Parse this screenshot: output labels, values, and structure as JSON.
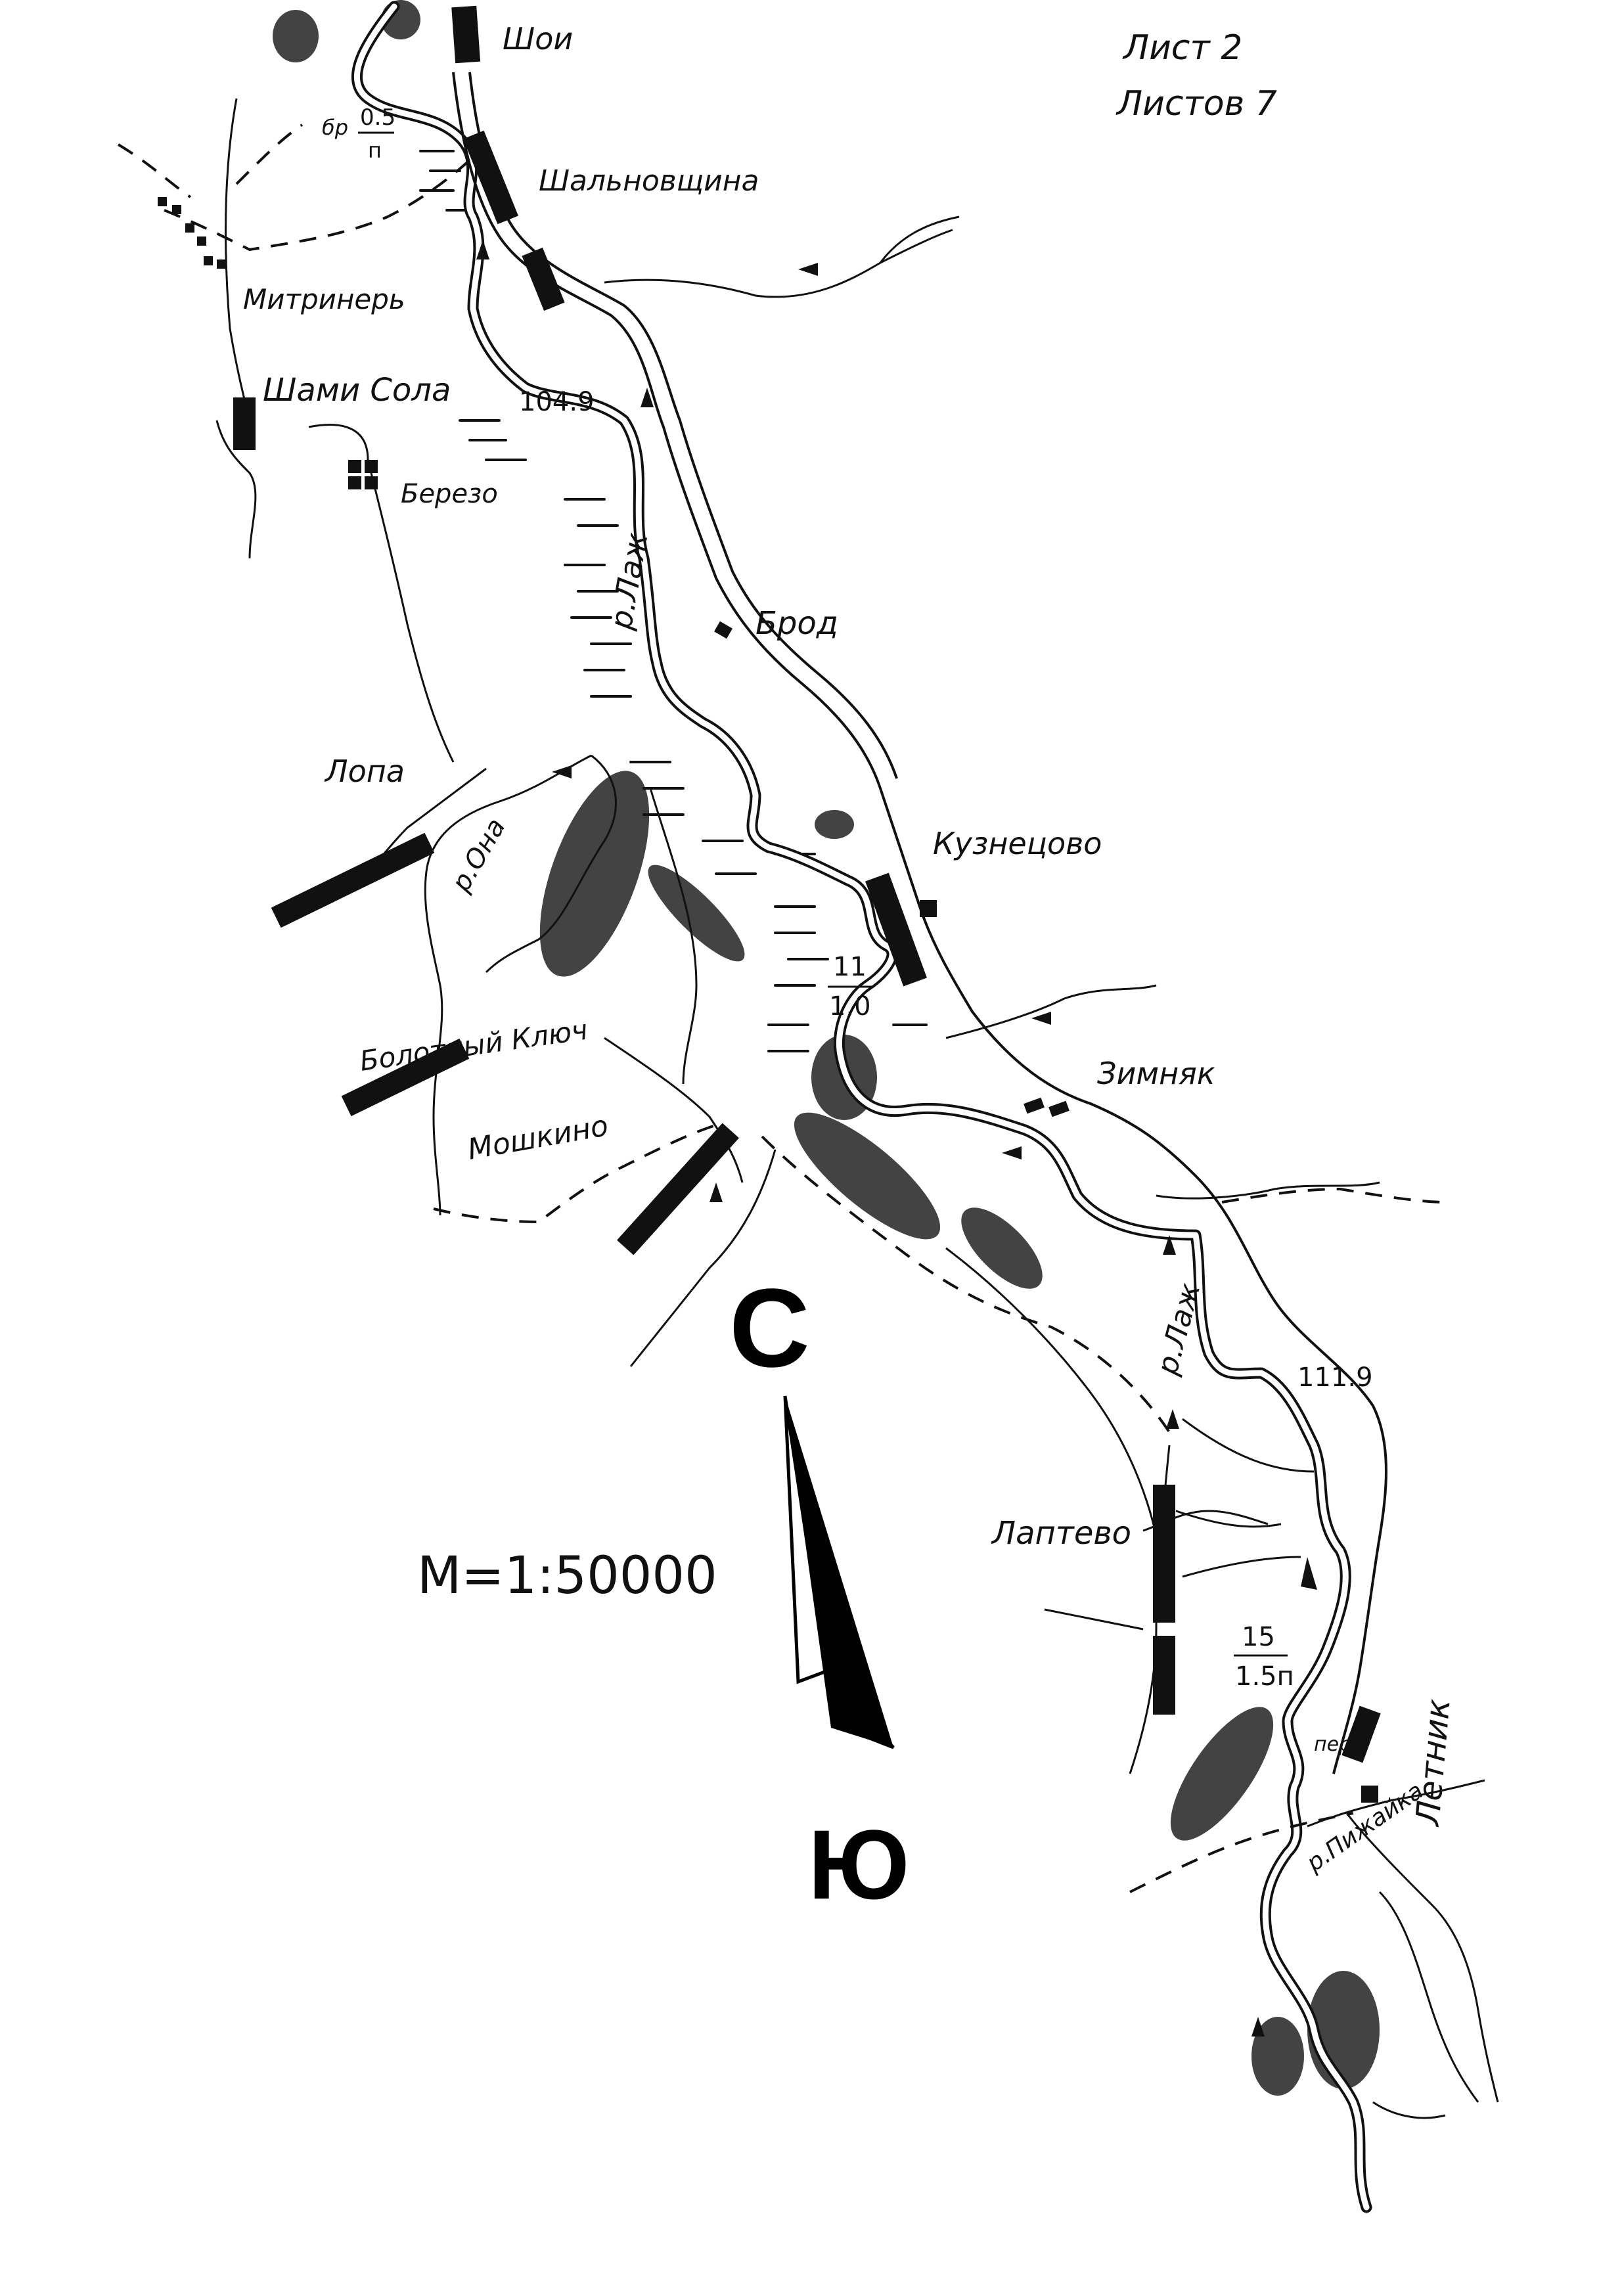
{
  "sheet": {
    "line1": "Лист 2",
    "line2": "Листов 7"
  },
  "scale": "M=1:50000",
  "compass": {
    "north": "С",
    "south": "Ю"
  },
  "settlements": {
    "shoi": "Шои",
    "shalnovshchina": "Шальновщина",
    "mitrinyer": "Митринерь",
    "shami_sola": "Шами Сола",
    "berezo": "Березо",
    "brod": "Брод",
    "lopa": "Лопа",
    "kuznetsovo": "Кузнецово",
    "bolotny_klyuch": "Болотный Ключ",
    "zimnyak": "Зимняк",
    "moshkino": "Мошкино",
    "laptevo": "Лаптево",
    "letnik": "Летник"
  },
  "rivers": {
    "lazh_north": "р.Лаж",
    "lazh_south": "р.Лаж",
    "ona": "р.Она",
    "pizhaika": "р.Пижайка"
  },
  "elevations": {
    "e1": "104.9",
    "e2": "111.9"
  },
  "fords": {
    "f1": {
      "prefix": "бр",
      "top": "0.5",
      "bottom": "п"
    },
    "f2": {
      "top": "11",
      "bottom": "1.0"
    },
    "f3": {
      "top": "15",
      "bottom": "1.5п"
    }
  },
  "ferry": "пер",
  "colors": {
    "ink": "#111111",
    "paper": "#ffffff"
  }
}
